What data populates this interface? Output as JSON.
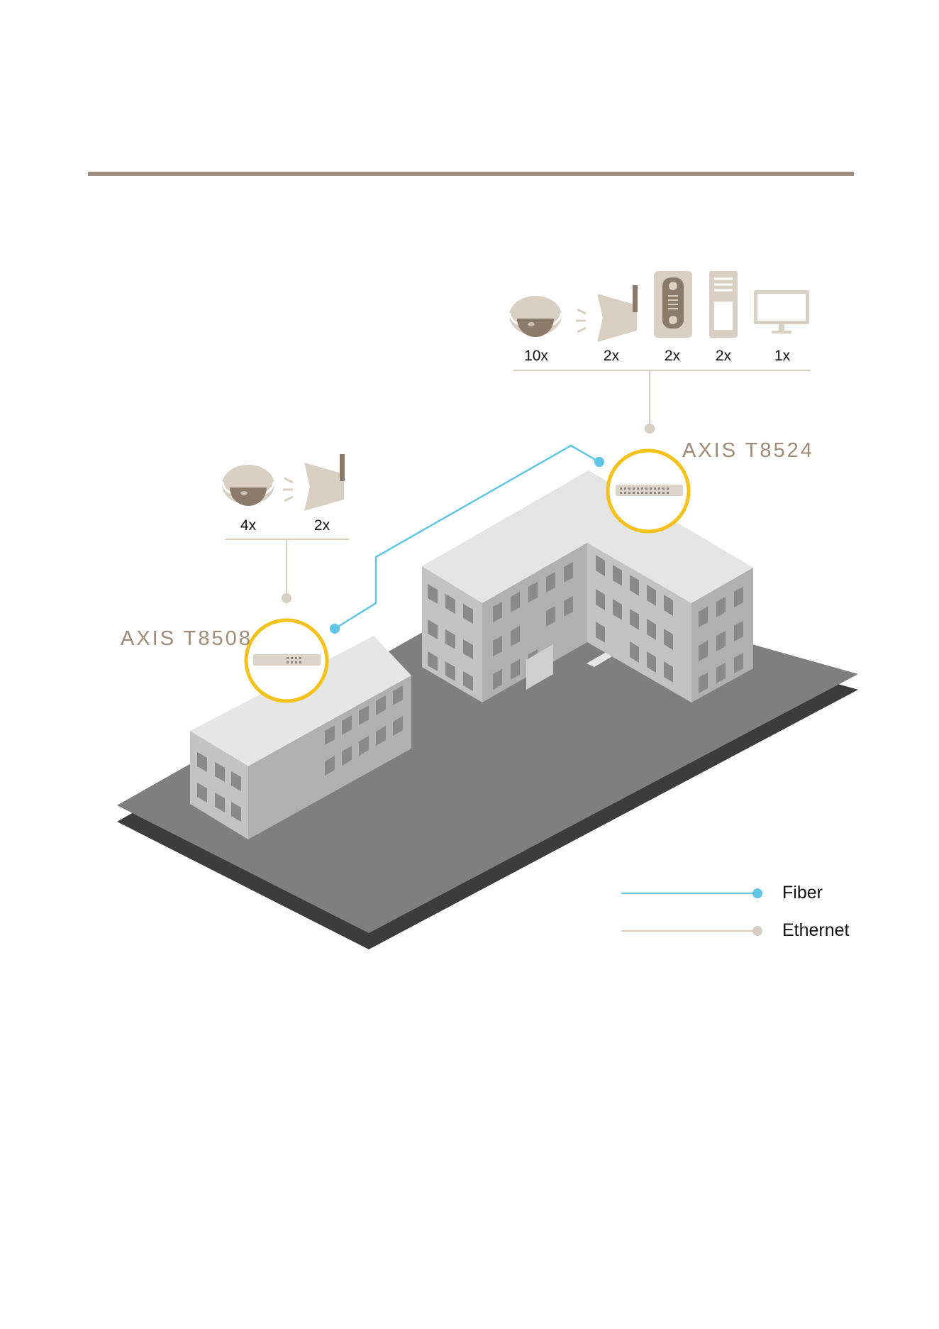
{
  "header": {
    "rule_color": "#a08f83"
  },
  "switches": {
    "left": {
      "name": "AXIS T8508"
    },
    "right": {
      "name": "AXIS T8524"
    }
  },
  "left_devices": [
    {
      "icon": "dome-camera-icon",
      "count": "4x"
    },
    {
      "icon": "horn-speaker-icon",
      "count": "2x"
    }
  ],
  "right_devices": [
    {
      "icon": "dome-camera-icon",
      "count": "10x"
    },
    {
      "icon": "horn-speaker-icon",
      "count": "2x"
    },
    {
      "icon": "door-station-icon",
      "count": "2x"
    },
    {
      "icon": "io-relay-module-icon",
      "count": "2x"
    },
    {
      "icon": "monitor-icon",
      "count": "1x"
    }
  ],
  "legend": {
    "fiber": "Fiber",
    "ethernet": "Ethernet"
  },
  "colors": {
    "fiber": "#5fc6e6",
    "ethernet": "#d7cdc0",
    "highlight": "#f5c21b",
    "icon": "#d9cfc3",
    "ground": "#7f7f7f"
  }
}
